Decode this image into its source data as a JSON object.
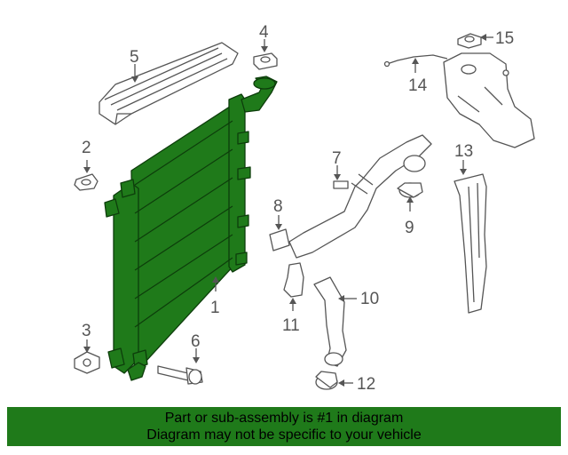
{
  "diagram": {
    "callouts": {
      "c1": "1",
      "c2": "2",
      "c3": "3",
      "c4": "4",
      "c5": "5",
      "c6": "6",
      "c7": "7",
      "c8": "8",
      "c9": "9",
      "c10": "10",
      "c11": "11",
      "c12": "12",
      "c13": "13",
      "c14": "14",
      "c15": "15"
    },
    "highlight_color": "#1f7a1a"
  },
  "banner": {
    "line1": "Part or sub-assembly is #1 in diagram",
    "line2": "Diagram may not be specific to your vehicle"
  }
}
